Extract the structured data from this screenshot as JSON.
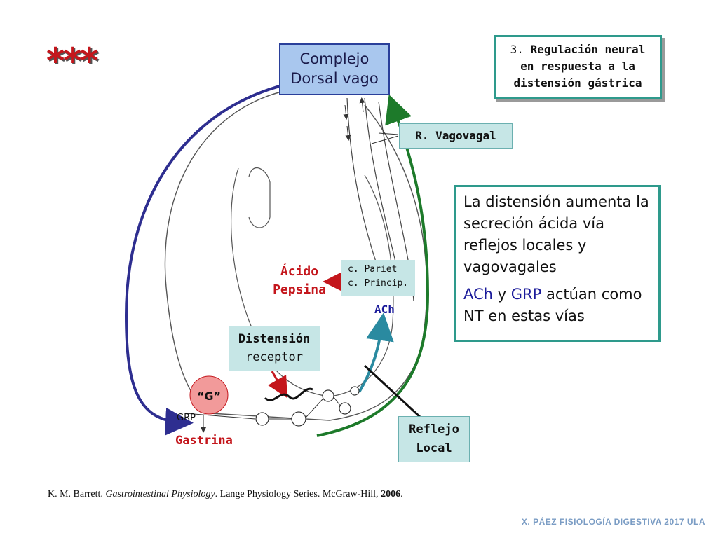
{
  "stars": "***",
  "dorsal_vagal_complex": {
    "line1": "Complejo",
    "line2": "Dorsal vago"
  },
  "regulation_box": {
    "number": "3.",
    "line1": "Regulación neural",
    "line2": "en respuesta a la",
    "line3": "distensión gástrica"
  },
  "vagovagal_label": "R. Vagovagal",
  "info_box": {
    "paragraph1": "La distensión aumenta la secreción ácida vía reflejos locales y vagovagales",
    "ach": "ACh",
    "and": " y ",
    "grp": "GRP",
    "paragraph2_rest": " actúan como NT en estas vías"
  },
  "cells_box": {
    "line1": "c. Pariet",
    "line2": "c. Princip."
  },
  "acid_label": {
    "line1": "Ácido",
    "line2": "Pepsina"
  },
  "ach_label": "ACh",
  "distension_box": {
    "line1": "Distensión",
    "line2": "receptor"
  },
  "g_cell_label": "“G”",
  "grp_label": "GRP",
  "gastrina_label": "Gastrina",
  "local_reflex_box": {
    "line1": "Reflejo",
    "line2": "Local"
  },
  "citation": {
    "authors": "K. M. Barrett. ",
    "book": "Gastrointestinal Physiology",
    "rest": ". Lange Physiology Series. McGraw-Hill, ",
    "year": "2006",
    "end": "."
  },
  "footer": "X. PÁEZ   FISIOLOGÍA DIGESTIVA  2017  ULA",
  "colors": {
    "accent_red": "#c4161c",
    "teal_border": "#2e9a8c",
    "box_fill": "#c6e6e6",
    "navy": "#1a1a9a",
    "green": "#1d7a2a"
  }
}
